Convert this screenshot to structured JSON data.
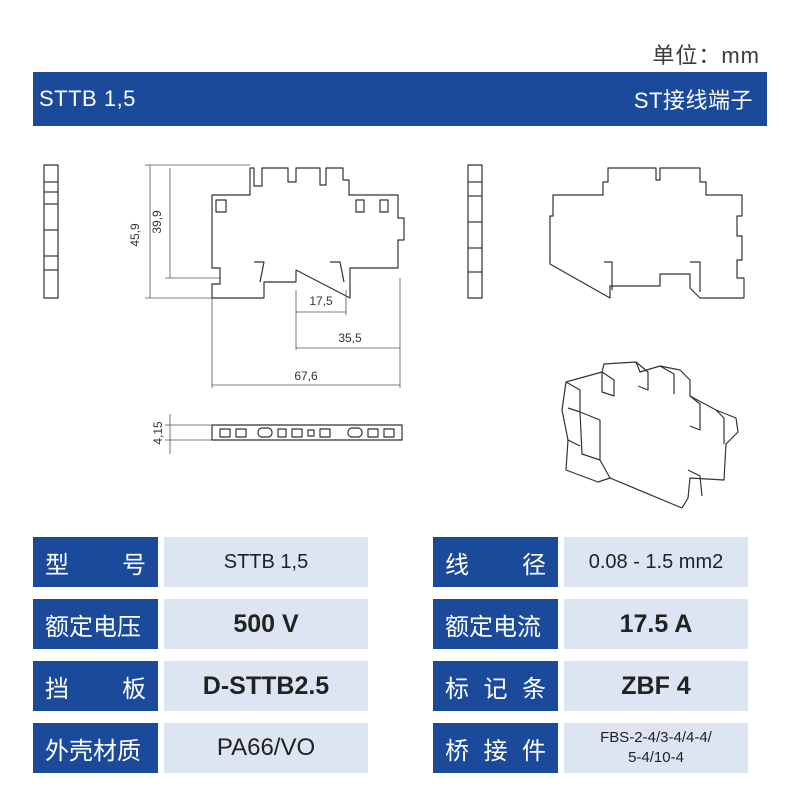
{
  "unit_label": "单位：mm",
  "banner": {
    "left": "STTB 1,5",
    "right": "ST接线端子"
  },
  "dimensions": {
    "height_total": "45,9",
    "height_inner": "39,9",
    "width_a": "17,5",
    "width_b": "35,5",
    "width_total": "67,6",
    "thickness": "4,15"
  },
  "specs": [
    {
      "label1": "型    号",
      "value1": "STTB 1,5",
      "label2": "线    径",
      "value2": "0.08 - 1.5 mm2"
    },
    {
      "label1": "额定电压",
      "value1": "500 V",
      "label2": "额定电流",
      "value2": "17.5 A"
    },
    {
      "label1": "挡    板",
      "value1": "D-STTB2.5",
      "label2": "标 记 条",
      "value2": "ZBF 4"
    },
    {
      "label1": "外壳材质",
      "value1": "PA66/VO",
      "label2": "桥 接 件",
      "value2": "FBS-2-4/3-4/4-4/\n5-4/10-4"
    }
  ]
}
